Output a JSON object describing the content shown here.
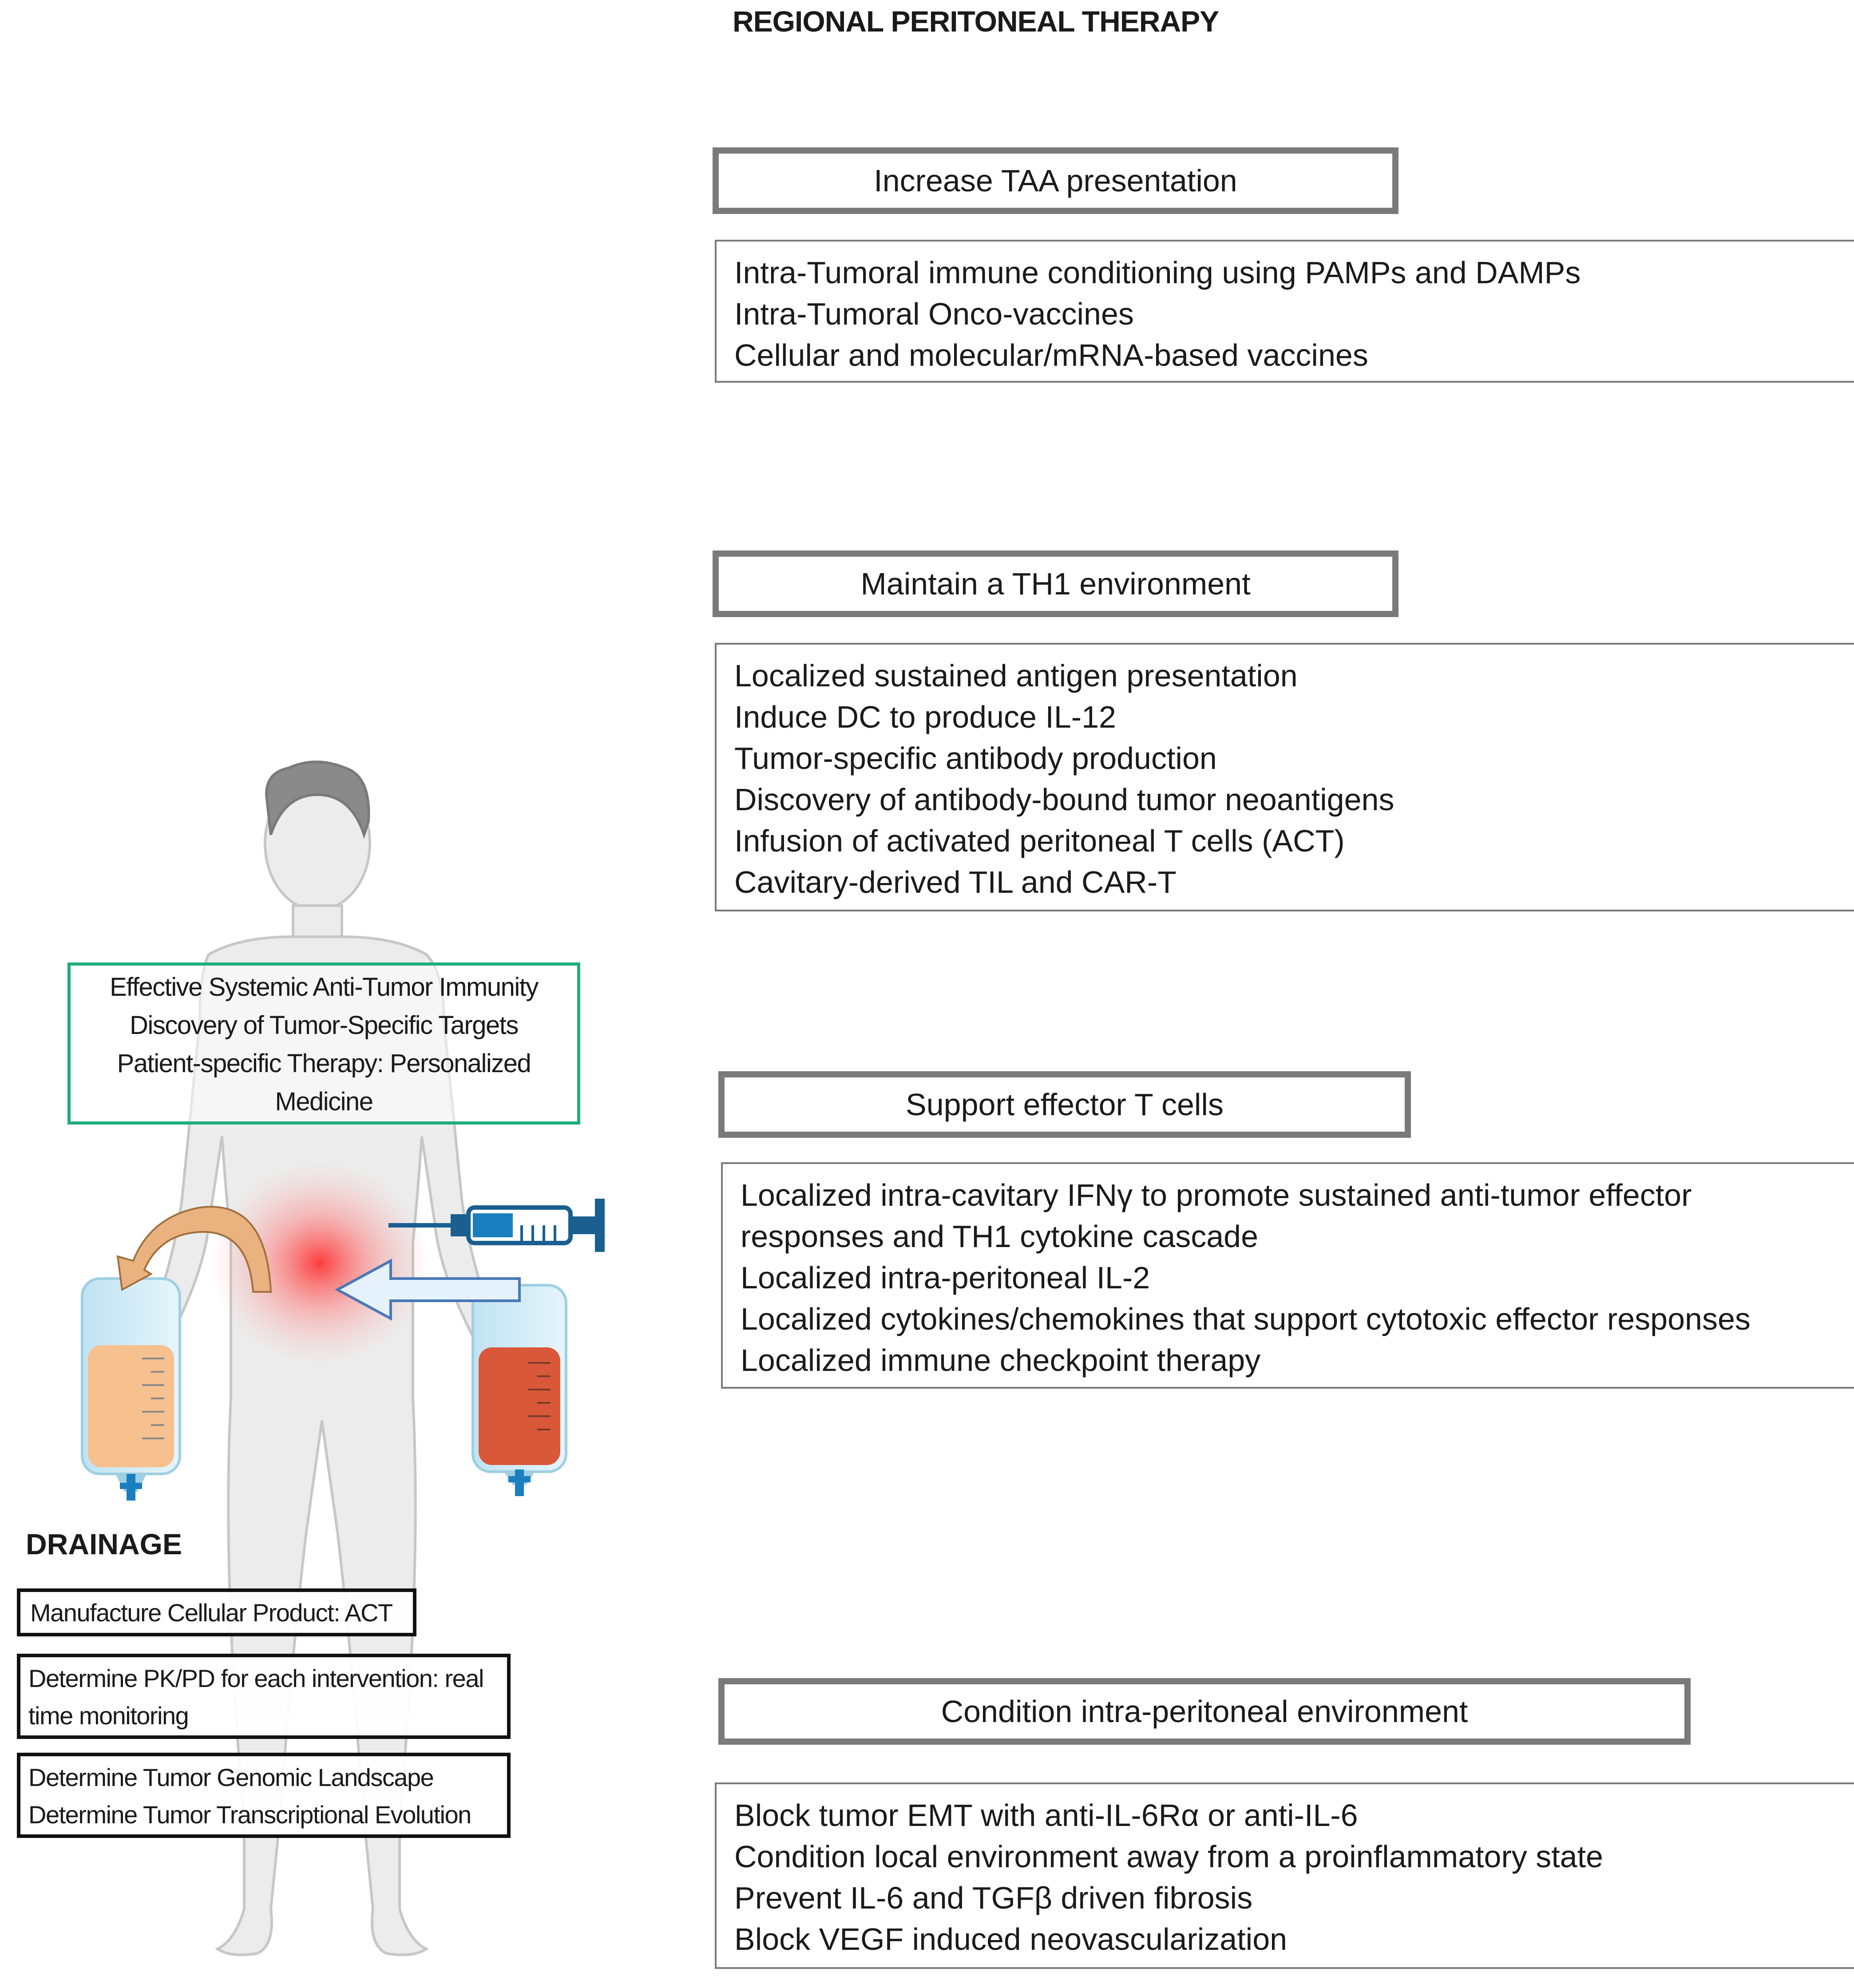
{
  "title": "REGIONAL PERITONEAL THERAPY",
  "sections": [
    {
      "heading": "Increase TAA presentation",
      "items": [
        "Intra-Tumoral immune conditioning using PAMPs and DAMPs",
        "Intra-Tumoral Onco-vaccines",
        "Cellular and molecular/mRNA-based vaccines"
      ]
    },
    {
      "heading": "Maintain a TH1 environment",
      "items": [
        "Localized sustained antigen presentation",
        "Induce DC to produce IL-12",
        "Tumor-specific antibody production",
        "Discovery of antibody-bound tumor neoantigens",
        "Infusion of activated peritoneal T cells (ACT)",
        "Cavitary-derived TIL and CAR-T"
      ]
    },
    {
      "heading": "Support effector T cells",
      "items": [
        "Localized intra-cavitary IFNγ to promote sustained anti-tumor effector",
        "responses and TH1 cytokine cascade",
        "Localized intra-peritoneal IL-2",
        "Localized cytokines/chemokines that support cytotoxic effector responses",
        "Localized immune checkpoint therapy"
      ]
    },
    {
      "heading": "Condition intra-peritoneal environment",
      "items": [
        "Block tumor EMT with anti-IL-6Rα or anti-IL-6",
        "Condition local environment away from a proinflammatory state",
        "Prevent IL-6 and TGFβ driven fibrosis",
        "Block VEGF induced neovascularization"
      ]
    }
  ],
  "systemic_box": [
    "Effective Systemic Anti-Tumor Immunity",
    "Discovery of Tumor-Specific Targets",
    "Patient-specific Therapy: Personalized",
    "Medicine"
  ],
  "drainage": {
    "label": "DRAINAGE",
    "boxes": [
      [
        "Manufacture Cellular Product: ACT"
      ],
      [
        "Determine PK/PD for each intervention: real",
        "time monitoring"
      ],
      [
        "Determine Tumor Genomic Landscape",
        "Determine Tumor Transcriptional Evolution"
      ]
    ]
  },
  "icons": [
    "human-figure-icon",
    "syringe-icon",
    "iv-bag-icon",
    "drainage-bag-icon",
    "curved-arrow-icon",
    "infusion-arrow-icon",
    "inflammation-glow-icon"
  ],
  "colors": {
    "box_border": "#7a7a7a",
    "systemic_border": "#1fae7a",
    "drainage_fluid": "#f6c08f",
    "infusion_fluid": "#d9583a",
    "glow": "#ff2a2a",
    "syringe": "#1a7fbf"
  }
}
